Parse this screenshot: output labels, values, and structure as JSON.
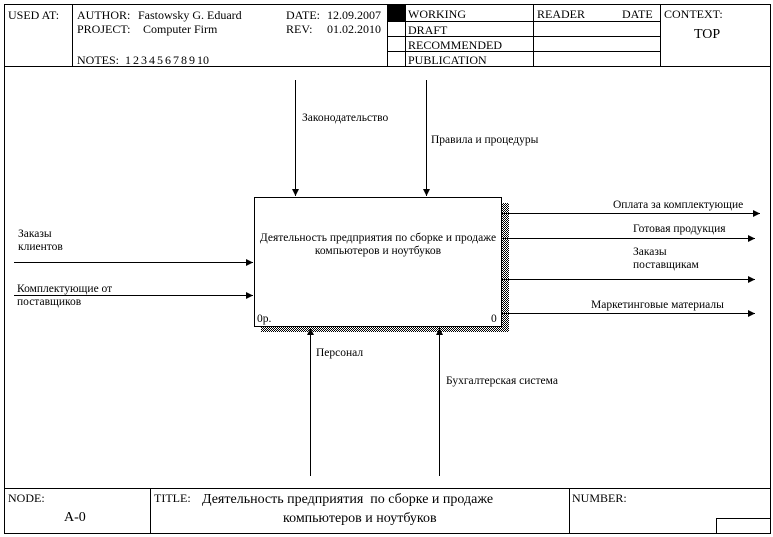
{
  "header": {
    "used_at_label": "USED AT:",
    "author_label": "AUTHOR:",
    "author_value": "Fastowsky G. Eduard",
    "project_label": "PROJECT:",
    "project_value": "Computer Firm",
    "date_label": "DATE:",
    "date_value": "12.09.2007",
    "rev_label": "REV:",
    "rev_value": "01.02.2010",
    "notes_label": "NOTES:",
    "notes_values": "1  2  3  4  5  6  7  8  9  10",
    "status": [
      "WORKING",
      "DRAFT",
      "RECOMMENDED",
      "PUBLICATION"
    ],
    "reader_label": "READER",
    "reader_date_label": "DATE",
    "context_label": "CONTEXT:",
    "context_value": "TOP"
  },
  "diagram": {
    "activity": {
      "name": "Деятельность предприятия по сборке и продаже компьютеров и ноутбуков",
      "cost": "0р.",
      "number": "0"
    },
    "controls": [
      "Законодательство",
      "Правила и процедуры"
    ],
    "inputs": [
      "Заказы клиентов",
      "Комплектующие от поставщиков"
    ],
    "outputs": [
      "Оплата за комплектующие",
      "Готовая продукция",
      "Заказы поставщикам",
      "Маркетинговые материалы"
    ],
    "mechanisms": [
      "Персонал",
      "Бухгалтерская система"
    ]
  },
  "footer": {
    "node_label": "NODE:",
    "node_value": "A-0",
    "title_label": "TITLE:",
    "title_line1": "Деятельность предприятия  по сборке и продаже",
    "title_line2": "компьютеров и ноутбуков",
    "number_label": "NUMBER:"
  }
}
